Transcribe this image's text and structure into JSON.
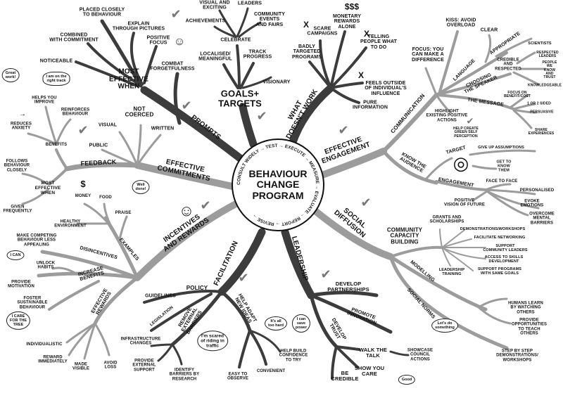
{
  "center": {
    "title": "BEHAVIOUR\nCHANGE\nPROGRAM",
    "cycle": "CONSULT WIDELY → TEST → EXECUTE → MEASURE → EVALUATE → REPORT → REVISE →"
  },
  "prompts": {
    "label": "PROMPTS",
    "most_effective_when": "MOST\nEFFECTIVE\nWHEN",
    "placed_closely": "PLACED CLOSELY\nTO BEHAVIOUR",
    "explain": "EXPLAIN\nTHROUGH PICTURES",
    "combined": "COMBINED\nWITH COMMITMENT",
    "positive_focus": "POSITIVE\nFOCUS",
    "noticeable": "NOTICEABLE",
    "combat": "COMBAT\nFORGETFULNESS"
  },
  "goals": {
    "label": "GOALS+\nTARGETS",
    "visual_exciting": "VISUAL AND\nEXCITING",
    "leaders": "LEADERS",
    "achievements": "ACHIEVEMENTS",
    "community_events": "COMMUNITY\nEVENTS\nAND FAIRS",
    "celebrate": "CELEBRATE",
    "localised": "LOCALISED/\nMEANINGFUL",
    "track": "TRACK\nPROGRESS",
    "visionary": "VISIONARY"
  },
  "doesnt_work": {
    "label": "WHAT\nDOESN'T WORK",
    "scare": "SCARE\nCAMPAIGNS",
    "money_symbols": "$$$",
    "monetary": "MONETARY\nREWARDS\nALONE",
    "telling": "TELLING\nPEOPLE WHAT\nTO DO",
    "badly": "BADLY\nTARGETED\nPROGRAMS",
    "feels_outside": "FEELS OUTSIDE\nOF INDIVIDUAL'S\nINFLUENCE",
    "pure_info": "PURE\nINFORMATION",
    "cross": "X"
  },
  "engagement": {
    "label": "EFFECTIVE\nENGAGEMENT",
    "communication": "COMMUNICATION",
    "focus": "FOCUS: YOU\nCAN MAKE A\nDIFFERENCE",
    "kiss": "KISS: AVOID\nOVERLOAD",
    "clear": "CLEAR",
    "language": "LANGUAGE",
    "appropriate": "APPROPRIATE",
    "scientists": "SCIENTISTS",
    "choosing": "CHOOSING\nTHE SPEAKER",
    "credible": "CREDIBLE\nAND\nRESPECTED",
    "respected_leaders": "RESPECTED\nLEADERS",
    "people_we_know": "PEOPLE WE\nKNOW AND\nTRUST",
    "knowledgeable": "KNOWLEDGEABLE",
    "focus_benefit": "FOCUS ON\nBENEFIT/COST",
    "message": "THE MESSAGE",
    "sided": "1 OR 2 SIDED",
    "persuasive": "PERSUASIVE",
    "share": "SHARE\nEXPERIENCES",
    "highlight": "HIGHLIGHT\nEXISTING POSITIVE\nACTIONS",
    "green_self": "HELP CREATE\nGREEN SELF\nPERCEPTION",
    "know_audience": "KNOW THE\nAUDIENCE",
    "target": "TARGET",
    "give_up": "GIVE UP ASSUMPTIONS",
    "get_to_know": "GET TO\nKNOW\nTHEM",
    "engagement_sub": "ENGAGEMENT",
    "face_to_face": "FACE TO FACE",
    "personalised": "PERSONALISED",
    "positive_vision": "POSITIVE\nVISION OF FUTURE",
    "evoke": "EVOKE EMOTIONS",
    "overcome": "OVERCOME\nMENTAL\nBARRIERS"
  },
  "social": {
    "label": "SOCIAL\nDIFFUSION",
    "grants": "GRANTS AND\nSCHOLARSHIPS",
    "community": "COMMUNITY\nCAPACITY\nBUILDING",
    "demos": "DEMONSTRATIONS/WORKSHOPS",
    "networking": "FACILITATE NETWORKING",
    "support_leaders": "SUPPORT\nCOMMUNITY LEADERS",
    "skills": "ACCESS TO SKILLS\nDEVELOPMENT",
    "leadership_training": "LEADERSHIP\nTRAINING",
    "support_programs": "SUPPORT PROGRAMS\nWITH SAME GOALS",
    "modelling": "MODELLING",
    "social_norms": "SOCIAL NORMS",
    "humans_learn": "HUMANS LEARN\nBY WATCHING\nOTHERS",
    "teach": "PROVIDE\nOPPORTUNITIES\nTO TEACH OTHERS",
    "step_by_step": "STEP BY STEP\nDEMONSTRATIONS/\nWORKSHOPS",
    "lets_do": "Let's do\nsomething"
  },
  "leadership": {
    "label": "LEADERSHIP",
    "partnerships": "DEVELOP\nPARTNERSHIPS",
    "innovation": "PROMOTE\nINNOVATION",
    "trust": "DEVELOP\nTRUST",
    "walk": "WALK THE\nTALK",
    "showcase": "SHOWCASE\nCOUNCIL\nACTIONS",
    "show_care": "SHOW YOU\nCARE",
    "credible": "BE\nCREDIBLE",
    "confidence": "HELP BUILD\nCONFIDENCE\nTO TRY",
    "too_hard": "It's all\ntoo hard",
    "i_can": "I can\nsave\npower",
    "good": "Good"
  },
  "facilitation": {
    "label": "FACILITATION",
    "policy": "POLICY",
    "guidelines": "GUIDELINES",
    "legislation": "LEGISLATION",
    "remove": "REMOVE\nEXTERNAL\nBARRIERS",
    "adapt": "HELP ADAPT\nNEW IDEAS",
    "infrastructure": "INFRASTRUCTURE\nCHANGES",
    "scared": "I'm scared\nof riding in\ntraffic",
    "external_support": "PROVIDE\nEXTERNAL\nSUPPORT",
    "identify": "IDENTIFY\nBARRIERS BY\nRESEARCH",
    "easy": "EASY TO\nOBSERVE",
    "convenient": "CONVENIENT"
  },
  "incentives": {
    "label": "INCENTIVES\nAND REWARDS",
    "examples": "EXAMPLES",
    "money": "MONEY",
    "food": "FOOD",
    "praise": "PRAISE",
    "well_done": "Well\ndone!",
    "healthy": "HEALTHY\nENVIRONMENT",
    "disincentives": "DISINCENTIVES",
    "competing": "MAKE COMPETING\nBEHAVIOUR LESS\nAPPEALING",
    "increase": "INCREASE\nBENEFITS",
    "unlock": "UNLOCK\nHABITS",
    "i_can": "I CAN",
    "motivation": "PROVIDE\nMOTIVATION",
    "foster": "FOSTER\nSUSTAINABLE\nBEHAVIOUR",
    "care_tree": "I CARE\nFOR THE\nTREE",
    "effective_rewards": "EFFECTIVE\nREWARDS",
    "individualistic": "INDIVIDUALISTIC",
    "immediately": "REWARD\nIMMEDIATELY",
    "visible": "MADE\nVISIBLE",
    "avoid_loss": "AVOID\nLOSS"
  },
  "commitments": {
    "label": "EFFECTIVE\nCOMMITMENTS",
    "feedback": "FEEDBACK",
    "visual": "VISUAL",
    "not_coerced": "NOT\nCOERCED",
    "written": "WRITTEN",
    "public": "PUBLIC",
    "benefits": "BENEFITS",
    "reduces": "REDUCES\nANXIETY",
    "helps": "HELPS YOU\nIMPROVE",
    "reinforces": "REINFORCES\nBEHAVIOUR",
    "great_work": "Great\nwork!",
    "right_track": "I am on the\nright track",
    "most_effective": "MOST\nEFFECTIVE\nWHEN",
    "follows": "FOLLOWS\nBEHAVIOUR\nCLOSELY",
    "frequently": "GIVEN\nFREQUENTLY"
  },
  "icons": {
    "check": "✔",
    "smile": "☺",
    "target": "◎",
    "arrow": "→",
    "dollar": "$"
  },
  "colors": {
    "dark_branch": "#3c3c3c",
    "light_branch": "#9c9c9c",
    "check": "#777777"
  }
}
